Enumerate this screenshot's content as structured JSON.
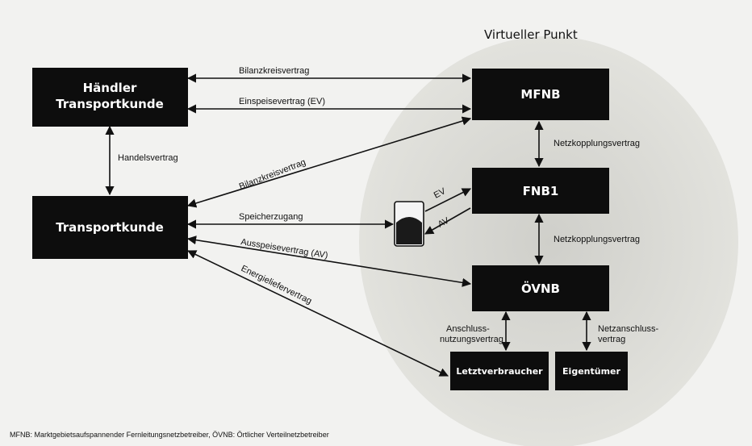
{
  "region": {
    "label": "Virtueller Punkt"
  },
  "nodes": {
    "haendler": {
      "line1": "Händler",
      "line2": "Transportkunde"
    },
    "transportkunde": {
      "label": "Transportkunde"
    },
    "mfnb": {
      "label": "MFNB"
    },
    "fnb1": {
      "label": "FNB1"
    },
    "oevnb": {
      "label": "ÖVNB"
    },
    "letztverbraucher": {
      "label": "Letztverbraucher"
    },
    "eigentuemer": {
      "label": "Eigentümer"
    }
  },
  "edges": {
    "bilanzkreisvertrag_top": "Bilanzkreisvertrag",
    "einspeisevertrag": "Einspeisevertrag (EV)",
    "handelsvertrag": "Handelsvertrag",
    "bilanzkreisvertrag_diag": "Bilanzkreisvertrag",
    "speicherzugang": "Speicherzugang",
    "ausspeisevertrag": "Ausspeisevertrag (AV)",
    "energieliefervertrag": "Energieliefervertrag",
    "netzkopplung_1": "Netzkopplungsvertrag",
    "netzkopplung_2": "Netzkopplungsvertrag",
    "anschluss_1": "Anschluss-",
    "anschluss_2": "nutzungsvertrag",
    "netzanschluss_1": "Netzanschluss-",
    "netzanschluss_2": "vertrag",
    "storage_ev": "EV",
    "storage_av": "AV"
  },
  "footnote": "MFNB: Marktgebietsaufspannender Fernleitungsnetzbetreiber, ÖVNB: Örtlicher Verteilnetzbetreiber",
  "colors": {
    "box": "#0d0d0d",
    "region": "#dcdcd8",
    "text_dark": "#111111"
  }
}
